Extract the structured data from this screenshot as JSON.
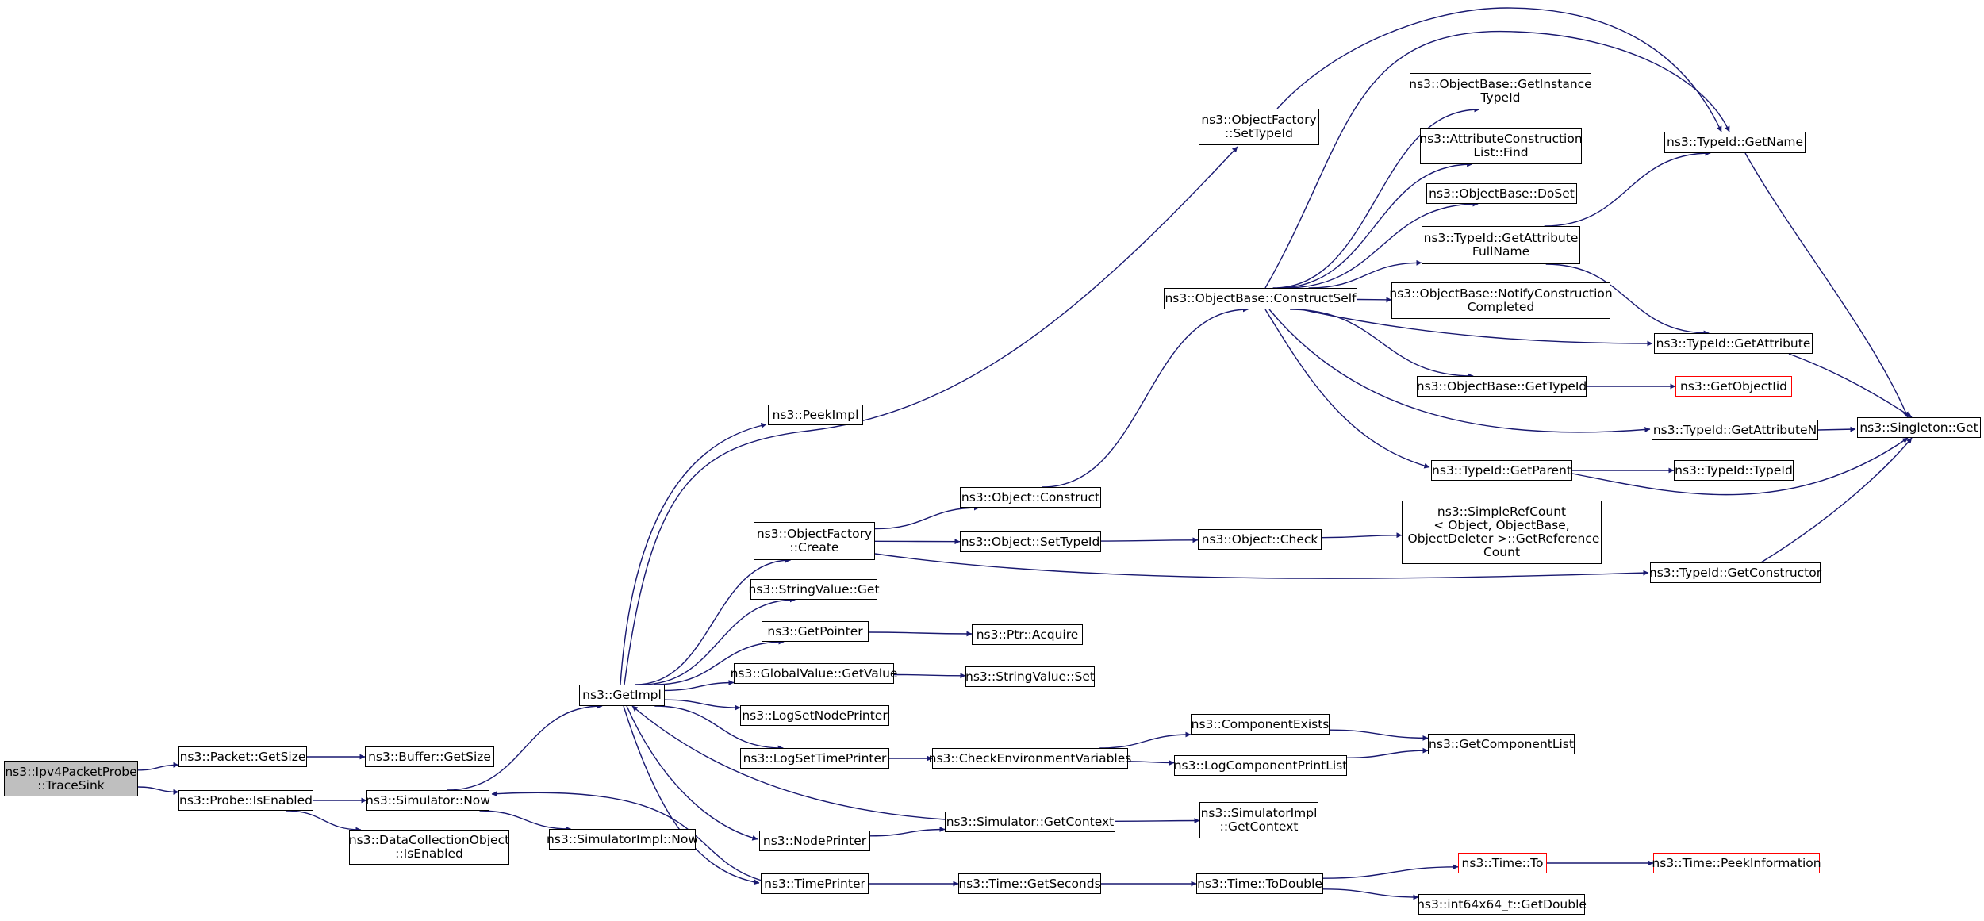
{
  "graph": {
    "edge_color": "#191970",
    "nodes": [
      {
        "id": "n1",
        "label": "ns3::Ipv4PacketProbe\n::TraceSink",
        "kind": "root"
      },
      {
        "id": "n2",
        "label": "ns3::Packet::GetSize"
      },
      {
        "id": "n3",
        "label": "ns3::Buffer::GetSize"
      },
      {
        "id": "n4",
        "label": "ns3::Probe::IsEnabled"
      },
      {
        "id": "n5",
        "label": "ns3::Simulator::Now"
      },
      {
        "id": "n6",
        "label": "ns3::DataCollectionObject\n::IsEnabled"
      },
      {
        "id": "n7",
        "label": "ns3::SimulatorImpl::Now"
      },
      {
        "id": "n8",
        "label": "ns3::GetImpl"
      },
      {
        "id": "n9",
        "label": "ns3::PeekImpl"
      },
      {
        "id": "n10",
        "label": "ns3::ObjectFactory\n::Create"
      },
      {
        "id": "n11",
        "label": "ns3::StringValue::Get"
      },
      {
        "id": "n12",
        "label": "ns3::GetPointer"
      },
      {
        "id": "n13",
        "label": "ns3::GlobalValue::GetValue"
      },
      {
        "id": "n14",
        "label": "ns3::LogSetNodePrinter"
      },
      {
        "id": "n15",
        "label": "ns3::LogSetTimePrinter"
      },
      {
        "id": "n16",
        "label": "ns3::NodePrinter"
      },
      {
        "id": "n17",
        "label": "ns3::TimePrinter"
      },
      {
        "id": "n18",
        "label": "ns3::ObjectFactory\n::SetTypeId"
      },
      {
        "id": "n19",
        "label": "ns3::Object::Construct"
      },
      {
        "id": "n20",
        "label": "ns3::Object::SetTypeId"
      },
      {
        "id": "n21",
        "label": "ns3::Ptr::Acquire"
      },
      {
        "id": "n22",
        "label": "ns3::StringValue::Set"
      },
      {
        "id": "n23",
        "label": "ns3::CheckEnvironmentVariables"
      },
      {
        "id": "n24",
        "label": "ns3::Simulator::GetContext"
      },
      {
        "id": "n25",
        "label": "ns3::Time::GetSeconds"
      },
      {
        "id": "n26",
        "label": "ns3::ObjectBase::ConstructSelf"
      },
      {
        "id": "n27",
        "label": "ns3::Object::Check"
      },
      {
        "id": "n28",
        "label": "ns3::ComponentExists"
      },
      {
        "id": "n29",
        "label": "ns3::LogComponentPrintList"
      },
      {
        "id": "n30",
        "label": "ns3::SimulatorImpl\n::GetContext"
      },
      {
        "id": "n31",
        "label": "ns3::Time::ToDouble"
      },
      {
        "id": "n32",
        "label": "ns3::ObjectBase::GetInstance\nTypeId"
      },
      {
        "id": "n33",
        "label": "ns3::AttributeConstruction\nList::Find"
      },
      {
        "id": "n34",
        "label": "ns3::ObjectBase::DoSet"
      },
      {
        "id": "n35",
        "label": "ns3::TypeId::GetAttribute\nFullName"
      },
      {
        "id": "n36",
        "label": "ns3::ObjectBase::NotifyConstruction\nCompleted"
      },
      {
        "id": "n37",
        "label": "ns3::ObjectBase::GetTypeId"
      },
      {
        "id": "n38",
        "label": "ns3::TypeId::GetParent"
      },
      {
        "id": "n39",
        "label": "ns3::SimpleRefCount\n< Object, ObjectBase,\n ObjectDeleter >::GetReference\nCount"
      },
      {
        "id": "n40",
        "label": "ns3::GetComponentList"
      },
      {
        "id": "n41",
        "label": "ns3::Time::To",
        "kind": "truncated"
      },
      {
        "id": "n42",
        "label": "ns3::int64x64_t::GetDouble"
      },
      {
        "id": "n43",
        "label": "ns3::TypeId::GetName"
      },
      {
        "id": "n44",
        "label": "ns3::TypeId::GetAttribute"
      },
      {
        "id": "n45",
        "label": "ns3::GetObjectIid",
        "kind": "truncated"
      },
      {
        "id": "n46",
        "label": "ns3::TypeId::GetAttributeN"
      },
      {
        "id": "n47",
        "label": "ns3::TypeId::TypeId"
      },
      {
        "id": "n48",
        "label": "ns3::TypeId::GetConstructor"
      },
      {
        "id": "n49",
        "label": "ns3::Singleton::Get"
      },
      {
        "id": "n50",
        "label": "ns3::Time::PeekInformation",
        "kind": "truncated"
      }
    ],
    "edges": [
      [
        "n1",
        "n2"
      ],
      [
        "n1",
        "n4"
      ],
      [
        "n2",
        "n3"
      ],
      [
        "n4",
        "n5"
      ],
      [
        "n4",
        "n6"
      ],
      [
        "n5",
        "n7"
      ],
      [
        "n5",
        "n8"
      ],
      [
        "n8",
        "n9"
      ],
      [
        "n8",
        "n10"
      ],
      [
        "n8",
        "n11"
      ],
      [
        "n8",
        "n12"
      ],
      [
        "n8",
        "n13"
      ],
      [
        "n8",
        "n14"
      ],
      [
        "n8",
        "n15"
      ],
      [
        "n8",
        "n16"
      ],
      [
        "n8",
        "n17"
      ],
      [
        "n8",
        "n18"
      ],
      [
        "n10",
        "n19"
      ],
      [
        "n10",
        "n20"
      ],
      [
        "n10",
        "n48"
      ],
      [
        "n12",
        "n21"
      ],
      [
        "n13",
        "n22"
      ],
      [
        "n15",
        "n23"
      ],
      [
        "n16",
        "n24"
      ],
      [
        "n17",
        "n25"
      ],
      [
        "n17",
        "n5"
      ],
      [
        "n19",
        "n26"
      ],
      [
        "n20",
        "n27"
      ],
      [
        "n23",
        "n28"
      ],
      [
        "n23",
        "n29"
      ],
      [
        "n24",
        "n30"
      ],
      [
        "n24",
        "n8"
      ],
      [
        "n25",
        "n31"
      ],
      [
        "n26",
        "n32"
      ],
      [
        "n26",
        "n33"
      ],
      [
        "n26",
        "n34"
      ],
      [
        "n26",
        "n35"
      ],
      [
        "n26",
        "n36"
      ],
      [
        "n26",
        "n37"
      ],
      [
        "n26",
        "n38"
      ],
      [
        "n26",
        "n43"
      ],
      [
        "n26",
        "n44"
      ],
      [
        "n26",
        "n46"
      ],
      [
        "n27",
        "n39"
      ],
      [
        "n28",
        "n40"
      ],
      [
        "n29",
        "n40"
      ],
      [
        "n31",
        "n41"
      ],
      [
        "n31",
        "n42"
      ],
      [
        "n41",
        "n50"
      ],
      [
        "n18",
        "n43"
      ],
      [
        "n35",
        "n43"
      ],
      [
        "n35",
        "n44"
      ],
      [
        "n37",
        "n45"
      ],
      [
        "n38",
        "n47"
      ],
      [
        "n38",
        "n49"
      ],
      [
        "n43",
        "n49"
      ],
      [
        "n44",
        "n49"
      ],
      [
        "n46",
        "n49"
      ],
      [
        "n48",
        "n49"
      ]
    ]
  }
}
